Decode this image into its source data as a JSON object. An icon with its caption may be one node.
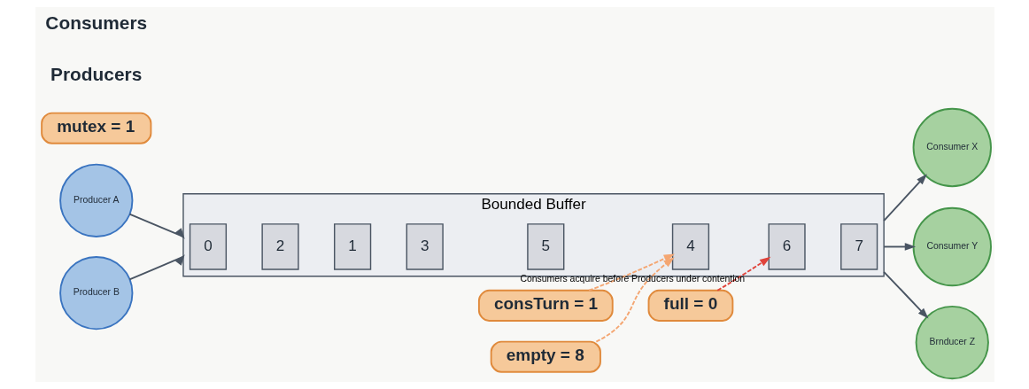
{
  "diagram": {
    "nodes": [
      {
        "text": [
          "Producer A"
        ]
      },
      {
        "text": [
          "Producer B"
        ]
      },
      {
        "text": [
          "Bounded Buffer"
        ]
      },
      {
        "text": [
          "0"
        ],
        "in": 2
      },
      {
        "text": [
          "2"
        ],
        "in": 2
      },
      {
        "text": [
          "1"
        ],
        "in": 2
      },
      {
        "text": [
          "3"
        ],
        "in": 2
      },
      {
        "text": [
          "5"
        ],
        "in": 2
      },
      {
        "text": [
          "4"
        ],
        "in": 2
      },
      {
        "text": [
          "6"
        ],
        "in": 2
      },
      {
        "text": [
          "7"
        ],
        "in": 2
      },
      {
        "text": [
          "Consumer X"
        ]
      },
      {
        "text": [
          "Consumer Y"
        ]
      },
      {
        "text": [
          "Brnducer Z"
        ]
      },
      {
        "text": [
          "consTurn = 1"
        ]
      },
      {
        "text": [
          "empty = 8"
        ]
      },
      {
        "text": [
          "full = 0"
        ]
      },
      {
        "text": [
          "mutex = 1"
        ]
      }
    ],
    "edges": [
      {
        "from": 0,
        "to": 2,
        "arrow": "to"
      },
      {
        "from": 1,
        "to": 2,
        "arrow": "to"
      },
      {
        "from": 2,
        "to": 11,
        "arrow": "to"
      },
      {
        "from": 2,
        "to": 12,
        "arrow": "to"
      },
      {
        "from": 2,
        "to": 13,
        "arrow": "to"
      },
      {
        "from": 14,
        "to": 8,
        "arrow": "to",
        "style": "dashed",
        "color": "#f4a672"
      },
      {
        "from": 15,
        "to": 8,
        "arrow": "to",
        "style": "dashed",
        "color": "#f4a672"
      },
      {
        "from": 16,
        "to": 9,
        "arrow": "to",
        "style": "dashed",
        "color": "#e0443c",
        "label": "Consumers acquire before Producers under contention"
      }
    ],
    "labels": [
      "Producers",
      "Consumers"
    ]
  }
}
